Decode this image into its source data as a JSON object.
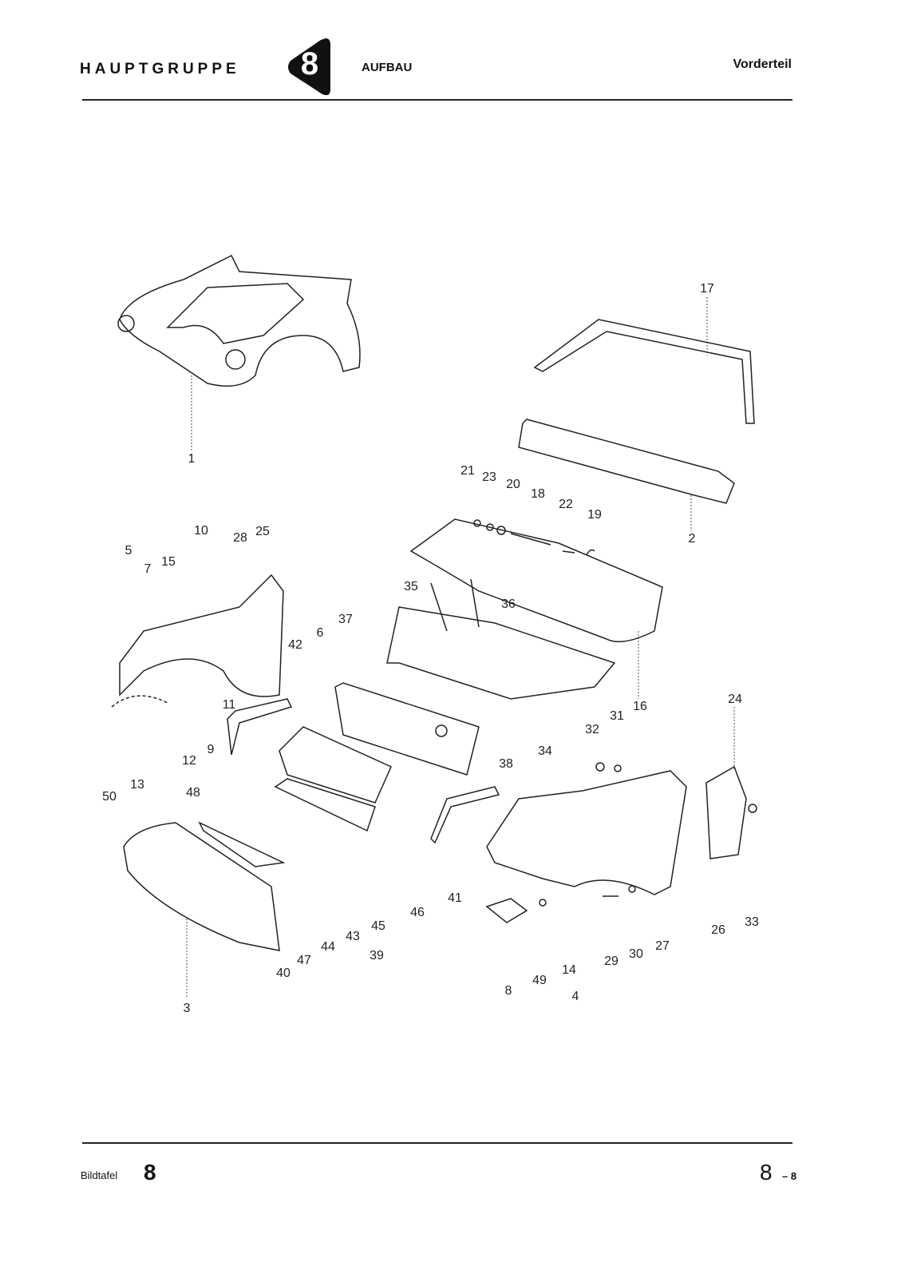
{
  "header": {
    "group": "HAUPTGRUPPE",
    "group_number": "8",
    "section": "AUFBAU",
    "subsection": "Vorderteil"
  },
  "callouts": [
    "1",
    "17",
    "2",
    "21",
    "23",
    "20",
    "18",
    "22",
    "19",
    "10",
    "28",
    "25",
    "5",
    "7",
    "15",
    "35",
    "36",
    "37",
    "6",
    "42",
    "11",
    "12",
    "9",
    "50",
    "13",
    "48",
    "34",
    "38",
    "16",
    "24",
    "31",
    "32",
    "41",
    "46",
    "45",
    "43",
    "44",
    "47",
    "40",
    "39",
    "3",
    "8",
    "49",
    "14",
    "4",
    "29",
    "30",
    "27",
    "26",
    "33"
  ],
  "footer": {
    "label": "Bildtafel",
    "plate_number": "8",
    "page_major": "8",
    "page_minor": "– 8"
  }
}
